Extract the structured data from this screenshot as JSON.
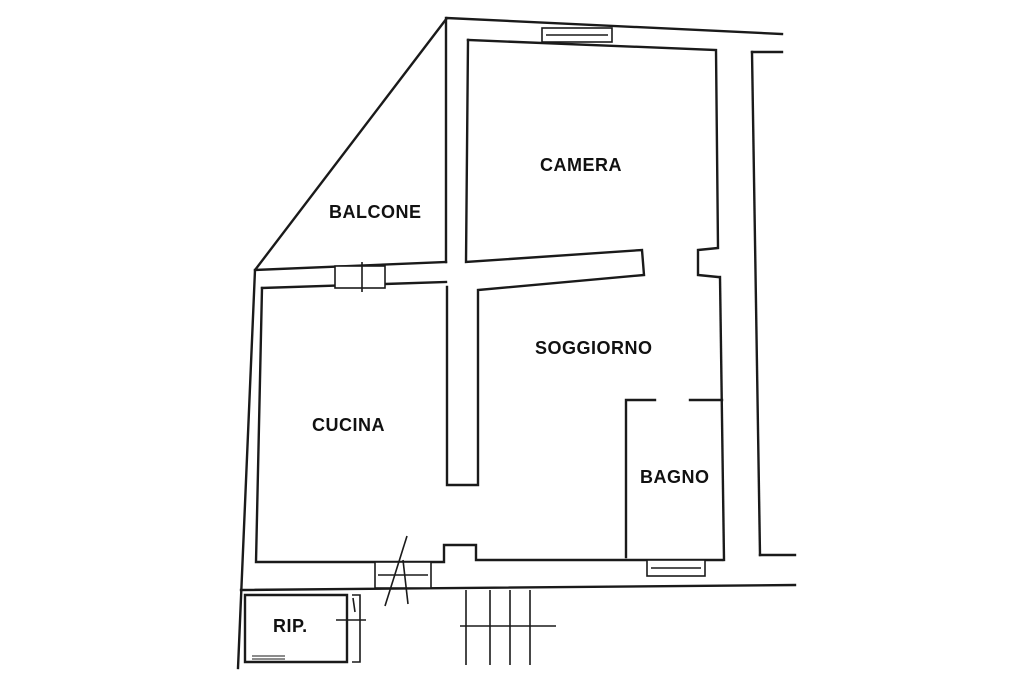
{
  "rooms": {
    "balcone": "BALCONE",
    "camera": "CAMERA",
    "soggiorno": "SOGGIORNO",
    "cucina": "CUCINA",
    "bagno": "BAGNO",
    "ripostiglio": "RIP."
  },
  "colors": {
    "line": "#1a1a1a",
    "background": "#ffffff"
  }
}
